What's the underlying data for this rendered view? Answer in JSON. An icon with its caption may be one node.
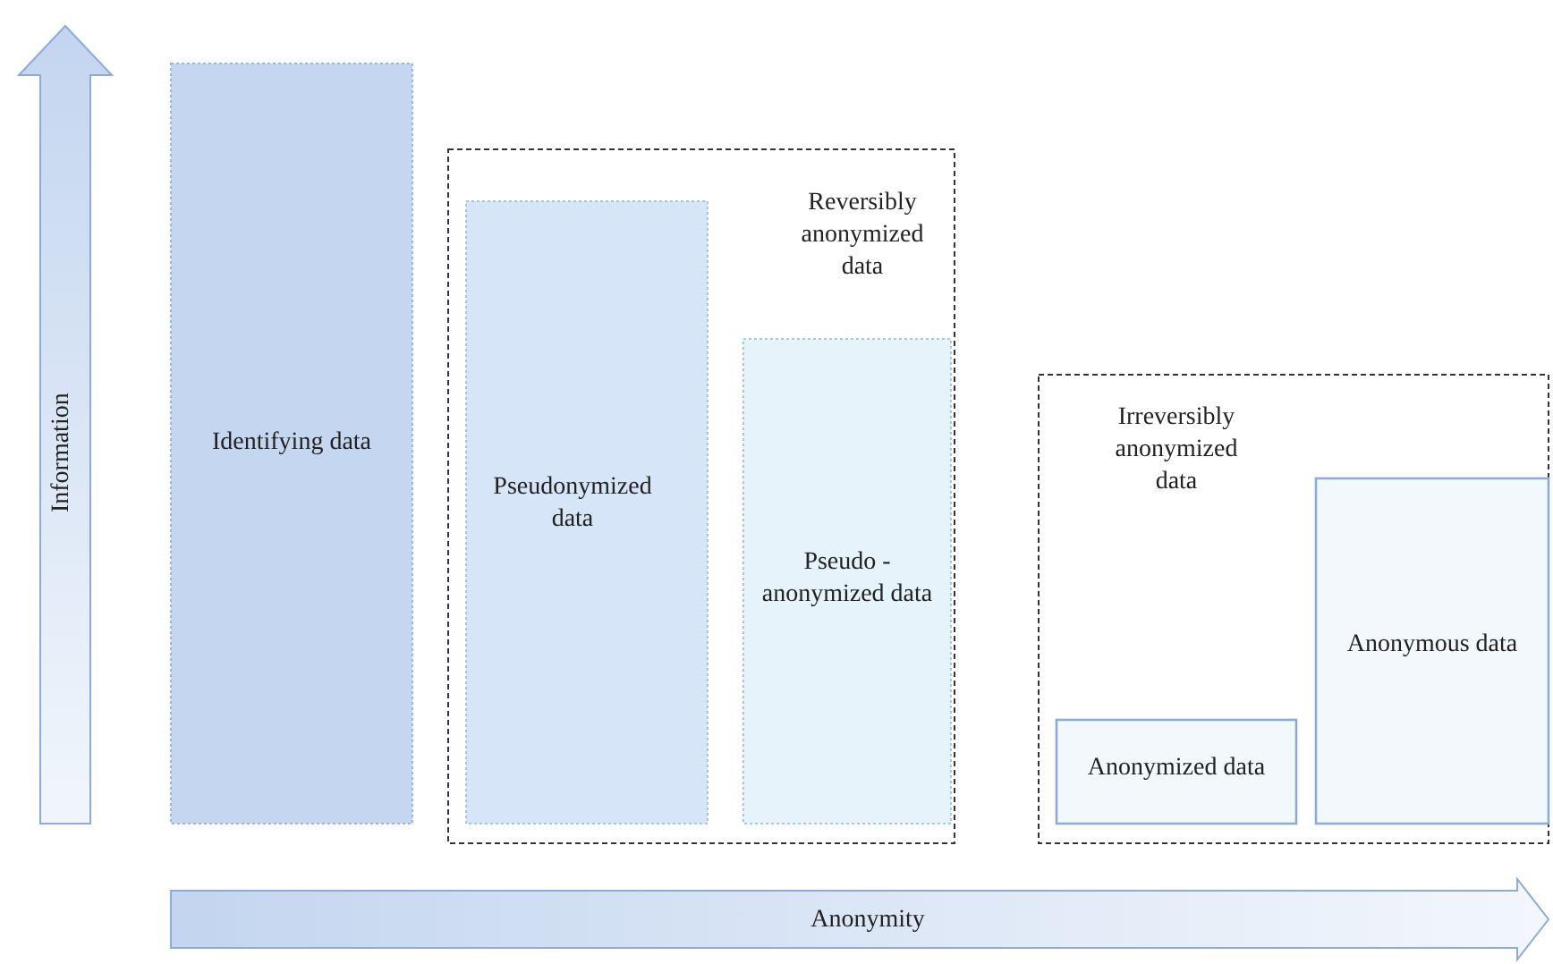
{
  "diagram": {
    "nodes": [
      {
        "text": [
          "Information"
        ]
      },
      {
        "text": [
          "Identifying data"
        ]
      },
      {
        "text": [
          "Reversibly anonymized data"
        ]
      },
      {
        "text": [
          "Pseudonymized data"
        ],
        "in": 2
      },
      {
        "text": [
          "Pseudo - anonymized data"
        ],
        "in": 2
      },
      {
        "text": [
          "Irreversibly anonymized data"
        ]
      },
      {
        "text": [
          "Anonymized data"
        ],
        "in": 5
      },
      {
        "text": [
          "Anonymous data"
        ],
        "in": 5
      },
      {
        "text": [
          "Anonymity"
        ]
      }
    ]
  }
}
